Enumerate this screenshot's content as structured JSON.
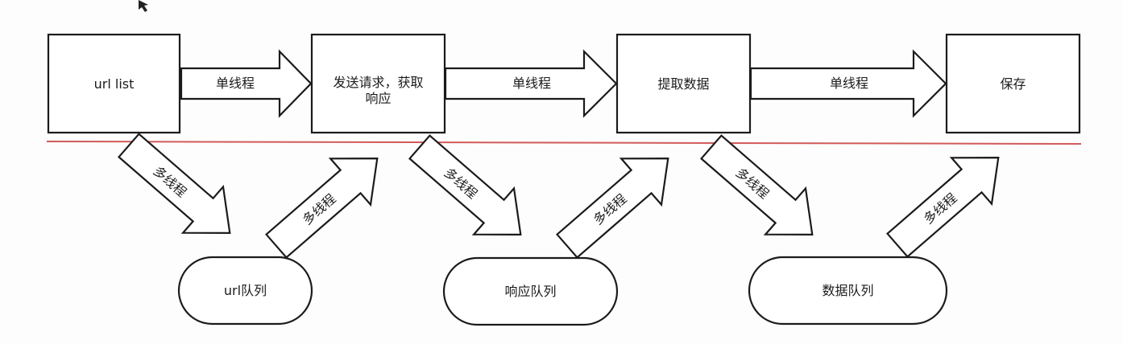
{
  "boxes": {
    "url_list": "url list",
    "send_request_line1": "发送请求，获取",
    "send_request_line2": "响应",
    "extract_data": "提取数据",
    "save": "保存"
  },
  "top_arrows": {
    "a1": "单线程",
    "a2": "单线程",
    "a3": "单线程"
  },
  "queues": {
    "url_queue": "url队列",
    "response_queue": "响应队列",
    "data_queue": "数据队列"
  },
  "diag_arrows": {
    "d1": "多线程",
    "d2": "多线程",
    "d3": "多线程",
    "d4": "多线程",
    "d5": "多线程",
    "d6": "多线程"
  },
  "colors": {
    "divider": "#d25a5a",
    "stroke": "#1b1b1b"
  }
}
